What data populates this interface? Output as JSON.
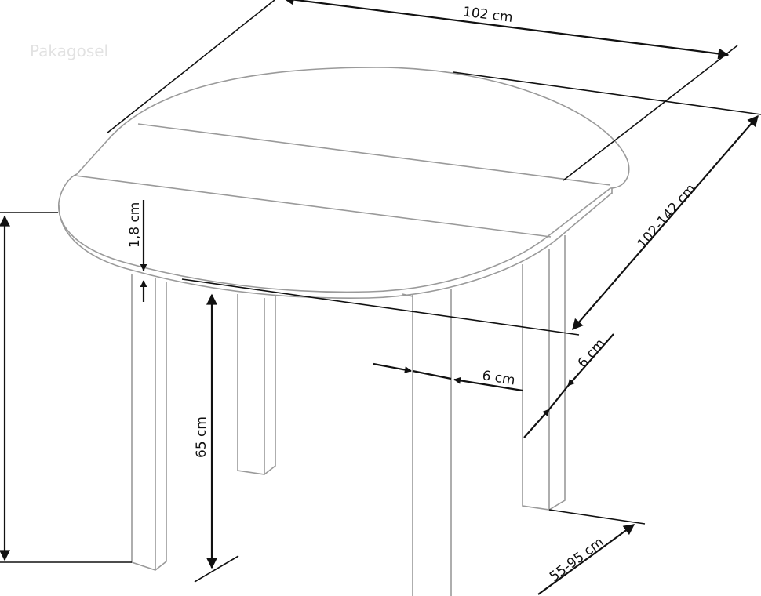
{
  "diagram": {
    "subject": "Extendable round dining table",
    "watermark": "Pakagosel",
    "colors": {
      "outline": "#9a9a9a",
      "dimension": "#111111",
      "background": "#ffffff"
    },
    "dimensions": {
      "width": "102 cm",
      "length": "102-142 cm",
      "top_thickness": "1,8 cm",
      "leg_height": "65 cm",
      "leg_width": "6 cm",
      "leg_depth": "6 cm",
      "leg_spacing": "55-95 cm"
    }
  }
}
